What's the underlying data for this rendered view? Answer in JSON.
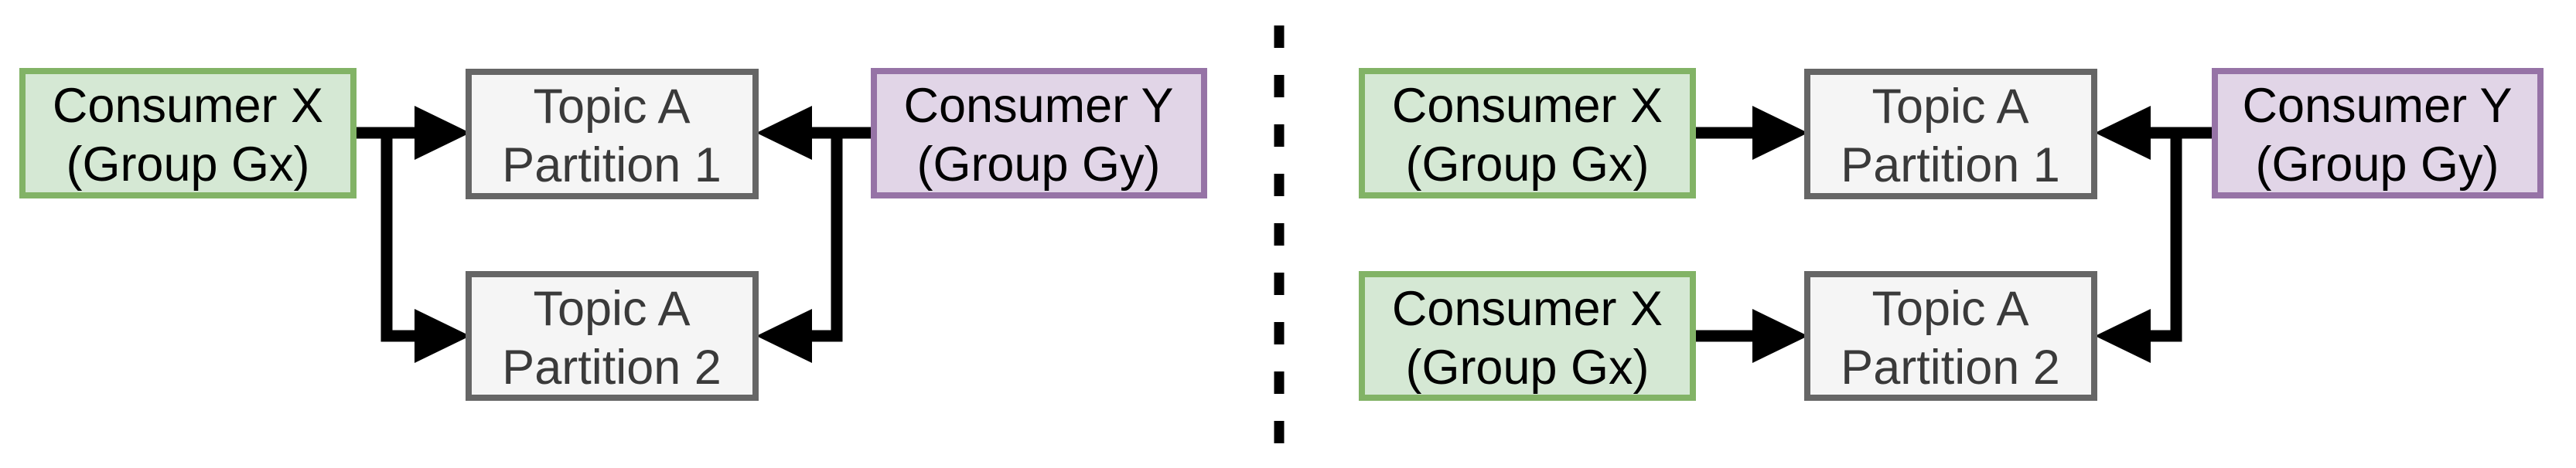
{
  "colors": {
    "background": "#ffffff",
    "arrow": "#000000",
    "divider": "#000000",
    "consumer_x_fill": "#d5e8d4",
    "consumer_x_border": "#82b366",
    "consumer_y_fill": "#e1d5e7",
    "consumer_y_border": "#9673a6",
    "partition_fill": "#f5f5f5",
    "partition_border": "#666666",
    "consumer_text": "#000000",
    "partition_text": "#3a3a3a"
  },
  "left_panel": {
    "consumer_x": {
      "line1": "Consumer X",
      "line2": "(Group Gx)"
    },
    "partition_1": {
      "line1": "Topic A",
      "line2": "Partition 1"
    },
    "partition_2": {
      "line1": "Topic A",
      "line2": "Partition 2"
    },
    "consumer_y": {
      "line1": "Consumer Y",
      "line2": "(Group Gy)"
    }
  },
  "right_panel": {
    "consumer_x_top": {
      "line1": "Consumer X",
      "line2": "(Group Gx)"
    },
    "consumer_x_bottom": {
      "line1": "Consumer X",
      "line2": "(Group Gx)"
    },
    "partition_1": {
      "line1": "Topic A",
      "line2": "Partition 1"
    },
    "partition_2": {
      "line1": "Topic A",
      "line2": "Partition 2"
    },
    "consumer_y": {
      "line1": "Consumer Y",
      "line2": "(Group Gy)"
    }
  }
}
